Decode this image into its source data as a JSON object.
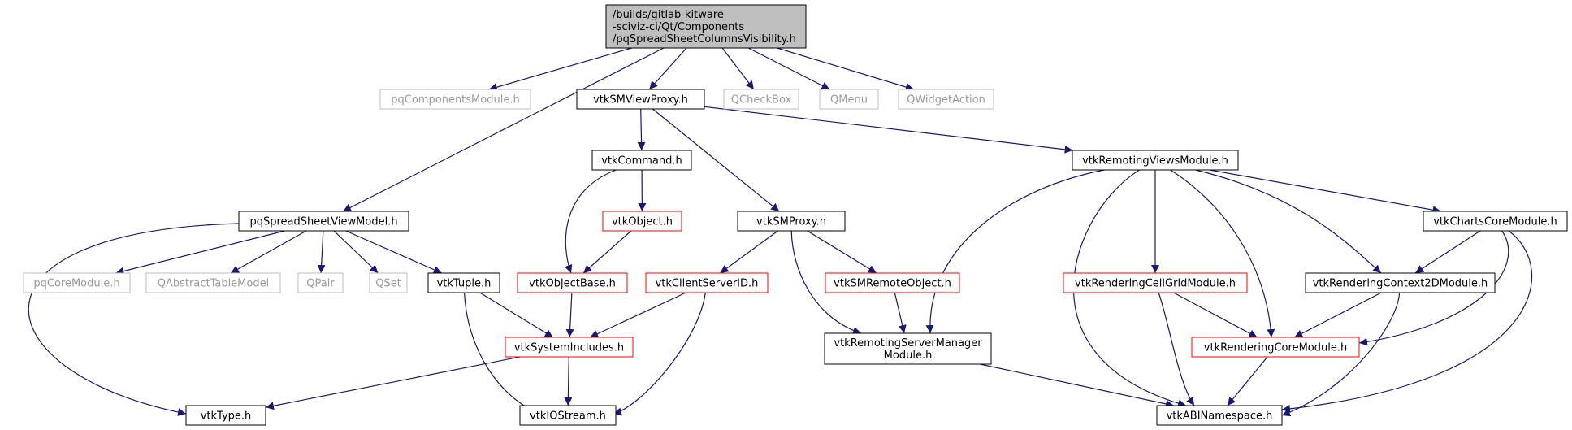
{
  "colors": {
    "edge": "#191970",
    "border_black": "#000000",
    "border_red": "#ff0000",
    "border_gray": "#bfbfbf",
    "text_black": "#000000",
    "text_gray": "#9a9a9a",
    "root_fill": "#bfbfbf",
    "node_fill": "#ffffff"
  },
  "nodes": [
    {
      "id": "root",
      "lines": [
        "/builds/gitlab-kitware",
        "-sciviz-ci/Qt/Components",
        "/pqSpreadSheetColumnsVisibility.h"
      ],
      "style": "root",
      "align": "left"
    },
    {
      "id": "pqComponentsModule",
      "lines": [
        "pqComponentsModule.h"
      ],
      "style": "gray"
    },
    {
      "id": "vtkSMViewProxy",
      "lines": [
        "vtkSMViewProxy.h"
      ],
      "style": "black"
    },
    {
      "id": "QCheckBox",
      "lines": [
        "QCheckBox"
      ],
      "style": "gray"
    },
    {
      "id": "QMenu",
      "lines": [
        "QMenu"
      ],
      "style": "gray"
    },
    {
      "id": "QWidgetAction",
      "lines": [
        "QWidgetAction"
      ],
      "style": "gray"
    },
    {
      "id": "vtkCommand",
      "lines": [
        "vtkCommand.h"
      ],
      "style": "black"
    },
    {
      "id": "vtkRemotingViewsModule",
      "lines": [
        "vtkRemotingViewsModule.h"
      ],
      "style": "black"
    },
    {
      "id": "pqSpreadSheetViewModel",
      "lines": [
        "pqSpreadSheetViewModel.h"
      ],
      "style": "black"
    },
    {
      "id": "vtkObject",
      "lines": [
        "vtkObject.h"
      ],
      "style": "red"
    },
    {
      "id": "vtkSMProxy",
      "lines": [
        "vtkSMProxy.h"
      ],
      "style": "black"
    },
    {
      "id": "vtkChartsCoreModule",
      "lines": [
        "vtkChartsCoreModule.h"
      ],
      "style": "black"
    },
    {
      "id": "pqCoreModule",
      "lines": [
        "pqCoreModule.h"
      ],
      "style": "gray"
    },
    {
      "id": "QAbstractTableModel",
      "lines": [
        "QAbstractTableModel"
      ],
      "style": "gray"
    },
    {
      "id": "QPair",
      "lines": [
        "QPair"
      ],
      "style": "gray"
    },
    {
      "id": "QSet",
      "lines": [
        "QSet"
      ],
      "style": "gray"
    },
    {
      "id": "vtkTuple",
      "lines": [
        "vtkTuple.h"
      ],
      "style": "black"
    },
    {
      "id": "vtkObjectBase",
      "lines": [
        "vtkObjectBase.h"
      ],
      "style": "red"
    },
    {
      "id": "vtkClientServerID",
      "lines": [
        "vtkClientServerID.h"
      ],
      "style": "red"
    },
    {
      "id": "vtkSMRemoteObject",
      "lines": [
        "vtkSMRemoteObject.h"
      ],
      "style": "red"
    },
    {
      "id": "vtkRenderingCellGridModule",
      "lines": [
        "vtkRenderingCellGridModule.h"
      ],
      "style": "red"
    },
    {
      "id": "vtkRenderingContext2DModule",
      "lines": [
        "vtkRenderingContext2DModule.h"
      ],
      "style": "black"
    },
    {
      "id": "vtkSystemIncludes",
      "lines": [
        "vtkSystemIncludes.h"
      ],
      "style": "red"
    },
    {
      "id": "vtkRemotingServerManagerModule",
      "lines": [
        "vtkRemotingServerManager",
        "Module.h"
      ],
      "style": "black"
    },
    {
      "id": "vtkRenderingCoreModule",
      "lines": [
        "vtkRenderingCoreModule.h"
      ],
      "style": "red"
    },
    {
      "id": "vtkType",
      "lines": [
        "vtkType.h"
      ],
      "style": "black"
    },
    {
      "id": "vtkIOStream",
      "lines": [
        "vtkIOStream.h"
      ],
      "style": "black"
    },
    {
      "id": "vtkABINamespace",
      "lines": [
        "vtkABINamespace.h"
      ],
      "style": "black"
    }
  ],
  "edges": [
    {
      "from": "root",
      "to": "pqComponentsModule"
    },
    {
      "from": "root",
      "to": "vtkSMViewProxy"
    },
    {
      "from": "root",
      "to": "QCheckBox"
    },
    {
      "from": "root",
      "to": "QMenu"
    },
    {
      "from": "root",
      "to": "QWidgetAction"
    },
    {
      "from": "root",
      "to": "pqSpreadSheetViewModel"
    },
    {
      "from": "vtkSMViewProxy",
      "to": "vtkCommand"
    },
    {
      "from": "vtkSMViewProxy",
      "to": "vtkSMProxy"
    },
    {
      "from": "vtkSMViewProxy",
      "to": "vtkRemotingViewsModule"
    },
    {
      "from": "vtkCommand",
      "to": "vtkObject"
    },
    {
      "from": "vtkCommand",
      "to": "vtkObjectBase"
    },
    {
      "from": "vtkObject",
      "to": "vtkObjectBase"
    },
    {
      "from": "vtkObjectBase",
      "to": "vtkSystemIncludes"
    },
    {
      "from": "vtkSMProxy",
      "to": "vtkClientServerID"
    },
    {
      "from": "vtkSMProxy",
      "to": "vtkSMRemoteObject"
    },
    {
      "from": "vtkSMProxy",
      "to": "vtkRemotingServerManagerModule"
    },
    {
      "from": "vtkSMRemoteObject",
      "to": "vtkRemotingServerManagerModule"
    },
    {
      "from": "vtkClientServerID",
      "to": "vtkSystemIncludes"
    },
    {
      "from": "vtkClientServerID",
      "to": "vtkIOStream"
    },
    {
      "from": "pqSpreadSheetViewModel",
      "to": "pqCoreModule"
    },
    {
      "from": "pqSpreadSheetViewModel",
      "to": "QAbstractTableModel"
    },
    {
      "from": "pqSpreadSheetViewModel",
      "to": "QPair"
    },
    {
      "from": "pqSpreadSheetViewModel",
      "to": "QSet"
    },
    {
      "from": "pqSpreadSheetViewModel",
      "to": "vtkTuple"
    },
    {
      "from": "pqSpreadSheetViewModel",
      "to": "vtkType"
    },
    {
      "from": "vtkTuple",
      "to": "vtkSystemIncludes"
    },
    {
      "from": "vtkTuple",
      "to": "vtkIOStream"
    },
    {
      "from": "vtkSystemIncludes",
      "to": "vtkType"
    },
    {
      "from": "vtkSystemIncludes",
      "to": "vtkIOStream"
    },
    {
      "from": "vtkRemotingViewsModule",
      "to": "vtkRemotingServerManagerModule"
    },
    {
      "from": "vtkRemotingViewsModule",
      "to": "vtkABINamespace"
    },
    {
      "from": "vtkRemotingViewsModule",
      "to": "vtkRenderingCellGridModule"
    },
    {
      "from": "vtkRemotingViewsModule",
      "to": "vtkRenderingCoreModule"
    },
    {
      "from": "vtkRemotingViewsModule",
      "to": "vtkRenderingContext2DModule"
    },
    {
      "from": "vtkRemotingViewsModule",
      "to": "vtkChartsCoreModule"
    },
    {
      "from": "vtkChartsCoreModule",
      "to": "vtkRenderingContext2DModule"
    },
    {
      "from": "vtkChartsCoreModule",
      "to": "vtkRenderingCoreModule"
    },
    {
      "from": "vtkChartsCoreModule",
      "to": "vtkABINamespace"
    },
    {
      "from": "vtkRenderingContext2DModule",
      "to": "vtkRenderingCoreModule"
    },
    {
      "from": "vtkRenderingContext2DModule",
      "to": "vtkABINamespace"
    },
    {
      "from": "vtkRenderingCellGridModule",
      "to": "vtkRenderingCoreModule"
    },
    {
      "from": "vtkRenderingCellGridModule",
      "to": "vtkABINamespace"
    },
    {
      "from": "vtkRenderingCoreModule",
      "to": "vtkABINamespace"
    },
    {
      "from": "vtkRemotingServerManagerModule",
      "to": "vtkABINamespace"
    }
  ]
}
